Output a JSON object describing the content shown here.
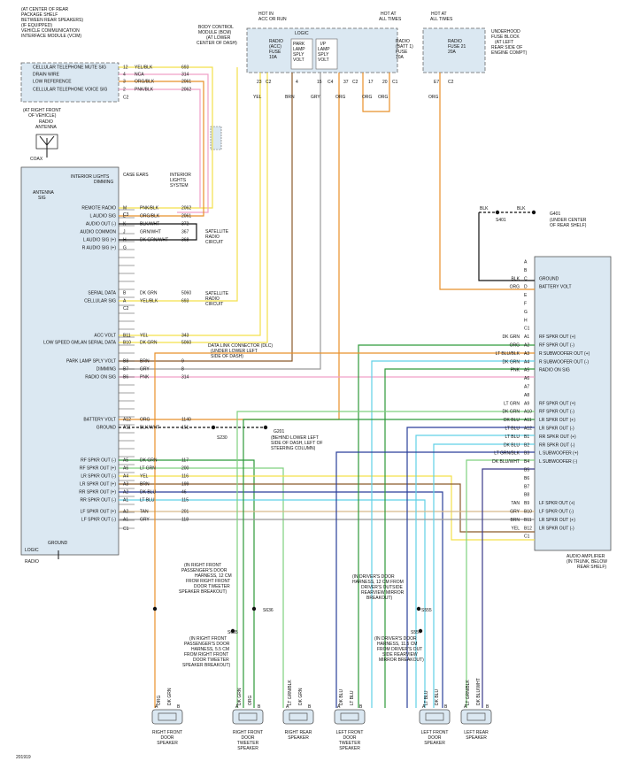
{
  "page_id": "201919",
  "vcim": {
    "location_lines": [
      "(AT CENTER OF REAR",
      "PACKAGE SHELF",
      "BETWEEN REAR SPEAKERS)",
      "(IF EQUIPPED)",
      "VEHICLE COMMUNICATION",
      "INTERFACE MODULE (VCIM)"
    ],
    "pins": [
      {
        "label": "CELLULAR TELEPHONE MUTE SIG",
        "pin": "12",
        "color": "YEL/BLK",
        "circuit": "693"
      },
      {
        "label": "DRAIN WIRE",
        "pin": "4",
        "color": "NCA",
        "circuit": "314"
      },
      {
        "label": "LOW REFERENCE",
        "pin": "3",
        "color": "ORG/BLK",
        "circuit": "2061"
      },
      {
        "label": "CELLULAR TELEPHONE VOICE SIG",
        "pin": "2",
        "color": "PNK/BLK",
        "circuit": "2062"
      },
      {
        "label": "",
        "pin": "C2",
        "color": "",
        "circuit": ""
      }
    ]
  },
  "antenna": {
    "location_lines": [
      "(AT RIGHT FRONT",
      "OF VEHICLE)",
      "RADIO",
      "ANTENNA"
    ],
    "coax": "COAX"
  },
  "bcm": {
    "heading": [
      "HOT IN",
      "ACC OR RUN"
    ],
    "lines": [
      "BODY CONTROL",
      "MODULE (BCM)",
      "(AT LOWER",
      "CENTER OF DASH)"
    ],
    "logic": "LOGIC",
    "fuse_radio": [
      "RADIO",
      "(ACC)",
      "FUSE",
      "10A"
    ],
    "park_lamp": [
      "PARK",
      "LAMP",
      "SPLY",
      "VOLT"
    ],
    "ip_lamp": [
      "I/P",
      "LAMP",
      "SPLY",
      "VOLT"
    ],
    "fuse_batt": [
      "RADIO",
      "(BATT 1)",
      "FUSE",
      "10A"
    ],
    "hot_at_all": [
      "HOT AT",
      "ALL TIMES"
    ],
    "pins": [
      "23",
      "C2",
      "4",
      "15",
      "C4",
      "37",
      "C2",
      "17",
      "20",
      "C1"
    ]
  },
  "ufb": {
    "heading": [
      "HOT AT",
      "ALL TIMES"
    ],
    "fuse": [
      "RADIO",
      "FUSE 21",
      "20A"
    ],
    "lines": [
      "UNDERHOOD",
      "FUSE BLOCK",
      "(AT LEFT",
      "REAR SIDE OF",
      "ENGINE COMPT)"
    ],
    "pins": [
      "E7",
      "C2"
    ]
  },
  "top_wires": [
    "YEL",
    "BRN",
    "GRY",
    "ORG",
    "ORG",
    "ORG",
    "ORG"
  ],
  "radio": {
    "name": "RADIO",
    "logic": "LOGIC",
    "ground": "GROUND",
    "antenna_sig": [
      "ANTENNA",
      "SIG"
    ],
    "interior_dimming": [
      "INTERIOR LIGHTS",
      "DIMMING"
    ],
    "case_ears": "CASE EARS",
    "interior_system": [
      "INTERIOR",
      "LIGHTS",
      "SYSTEM"
    ],
    "connectors": [
      "C1",
      "C2",
      "C3"
    ],
    "pins": [
      {
        "label": "REMOTE RADIO",
        "pin": "M",
        "color": "PNK/BLK",
        "circuit": "2062"
      },
      {
        "label": "L AUDIO SIG",
        "pin": "L",
        "color": "ORG/BLK",
        "circuit": "2061"
      },
      {
        "label": "AUDIO OUT (-)",
        "pin": "K",
        "color": "BLK/WHT",
        "circuit": "372"
      },
      {
        "label": "AUDIO COMMON",
        "pin": "J",
        "color": "GRN/WHT",
        "circuit": "367"
      },
      {
        "label": "L AUDIO SIG (+)",
        "pin": "H",
        "color": "DK GRN/WHT",
        "circuit": "368"
      },
      {
        "label": "R AUDIO SIG (+)",
        "pin": "G",
        "color": "",
        "circuit": ""
      },
      {
        "label": "SERIAL DATA",
        "pin": "B",
        "color": "DK GRN",
        "circuit": "5060"
      },
      {
        "label": "CELLULAR SIG",
        "pin": "A",
        "color": "YEL/BLK",
        "circuit": "693"
      },
      {
        "label": "ACC VOLT",
        "pin": "B11",
        "color": "YEL",
        "circuit": "343"
      },
      {
        "label": "LOW SPEED GMLAN SERIAL DATA",
        "pin": "B10",
        "color": "DK GRN",
        "circuit": "5060"
      },
      {
        "label": "PARK LAMP SPLY VOLT",
        "pin": "B8",
        "color": "BRN",
        "circuit": "9"
      },
      {
        "label": "DIMMING",
        "pin": "B7",
        "color": "GRY",
        "circuit": "8"
      },
      {
        "label": "RADIO ON SIG",
        "pin": "B6",
        "color": "PNK",
        "circuit": "314"
      },
      {
        "label": "BATTERY VOLT",
        "pin": "A12",
        "color": "ORG",
        "circuit": "1140"
      },
      {
        "label": "GROUND",
        "pin": "A11",
        "color": "BLK/WHT",
        "circuit": "151"
      },
      {
        "label": "RF SPKR OUT (-)",
        "pin": "A5",
        "color": "DK GRN",
        "circuit": "117"
      },
      {
        "label": "RF SPKR OUT (+)",
        "pin": "A6",
        "color": "LT GRN",
        "circuit": "200"
      },
      {
        "label": "LR SPKR OUT (-)",
        "pin": "A4",
        "color": "YEL",
        "circuit": "116"
      },
      {
        "label": "LR SPKR OUT (+)",
        "pin": "A3",
        "color": "BRN",
        "circuit": "199"
      },
      {
        "label": "RR SPKR OUT (+)",
        "pin": "A2",
        "color": "DK BLU",
        "circuit": "46"
      },
      {
        "label": "RR SPKR OUT (-)",
        "pin": "A1",
        "color": "LT BLU",
        "circuit": "115"
      },
      {
        "label": "LF SPKR OUT (+)",
        "pin": "A2",
        "color": "TAN",
        "circuit": "201"
      },
      {
        "label": "LF SPKR OUT (-)",
        "pin": "A1",
        "color": "GRY",
        "circuit": "118"
      }
    ]
  },
  "satellite_1": [
    "SATELLITE",
    "RADIO",
    "CIRCUIT"
  ],
  "satellite_2": [
    "SATELLITE",
    "RADIO",
    "CIRCUIT"
  ],
  "dlc": [
    "DATA LINK CONNECTOR (DLC)",
    "(UNDER LOWER LEFT",
    "SIDE OF DASH)"
  ],
  "g201": {
    "splice": "S230",
    "ground": "G201",
    "lines": [
      "(BEHIND LOWER LEFT",
      "SIDE OF DASH, LEFT OF",
      "STEERING COLUMN)"
    ]
  },
  "g401": {
    "splice": "S401",
    "ground": "G401",
    "lines": [
      "(UNDER CENTER",
      "OF REAR SHELF)"
    ],
    "blk": "BLK"
  },
  "amp": {
    "name_lines": [
      "AUDIO AMPLIFIER",
      "(IN TRUNK, BELOW",
      "REAR SHELF)"
    ],
    "pins": [
      {
        "label": "",
        "pin": "A",
        "color": "",
        "circuit": ""
      },
      {
        "label": "",
        "pin": "B",
        "color": "",
        "circuit": ""
      },
      {
        "label": "GROUND",
        "pin": "C",
        "color": "BLK",
        "circuit": ""
      },
      {
        "label": "BATTERY VOLT",
        "pin": "D",
        "color": "ORG",
        "circuit": ""
      },
      {
        "label": "",
        "pin": "E",
        "color": "",
        "circuit": ""
      },
      {
        "label": "",
        "pin": "F",
        "color": "",
        "circuit": ""
      },
      {
        "label": "",
        "pin": "G",
        "color": "",
        "circuit": ""
      },
      {
        "label": "",
        "pin": "H",
        "color": "",
        "circuit": ""
      },
      {
        "label": "",
        "pin": "C1",
        "color": "",
        "circuit": ""
      },
      {
        "label": "RF SPKR OUT (+)",
        "pin": "A1",
        "color": "DK GRN",
        "circuit": ""
      },
      {
        "label": "RF SPKR OUT (-)",
        "pin": "A2",
        "color": "ORG",
        "circuit": ""
      },
      {
        "label": "R SUBWOOFER OUT (+)",
        "pin": "A3",
        "color": "LT BLU/BLK",
        "circuit": ""
      },
      {
        "label": "R SUBWOOFER OUT (-)",
        "pin": "A4",
        "color": "DK GRN",
        "circuit": ""
      },
      {
        "label": "RADIO ON SIG",
        "pin": "A5",
        "color": "PNK",
        "circuit": ""
      },
      {
        "label": "",
        "pin": "A6",
        "color": "",
        "circuit": ""
      },
      {
        "label": "",
        "pin": "A7",
        "color": "",
        "circuit": ""
      },
      {
        "label": "",
        "pin": "A8",
        "color": "",
        "circuit": ""
      },
      {
        "label": "RF SPKR OUT (+)",
        "pin": "A9",
        "color": "LT GRN",
        "circuit": ""
      },
      {
        "label": "RF SPKR OUT (-)",
        "pin": "A10",
        "color": "DK GRN",
        "circuit": ""
      },
      {
        "label": "LR SPKR OUT (+)",
        "pin": "A11",
        "color": "DK BLU",
        "circuit": ""
      },
      {
        "label": "LR SPKR OUT (-)",
        "pin": "A12",
        "color": "LT BLU",
        "circuit": ""
      },
      {
        "label": "RR SPKR OUT (+)",
        "pin": "B1",
        "color": "LT BLU",
        "circuit": ""
      },
      {
        "label": "RR SPKR OUT (-)",
        "pin": "B2",
        "color": "DK BLU",
        "circuit": ""
      },
      {
        "label": "L SUBWOOFER (+)",
        "pin": "B3",
        "color": "LT GRN/BLK",
        "circuit": ""
      },
      {
        "label": "L SUBWOOFER (-)",
        "pin": "B4",
        "color": "DK BLU/WHT",
        "circuit": ""
      },
      {
        "label": "",
        "pin": "B5",
        "color": "",
        "circuit": ""
      },
      {
        "label": "",
        "pin": "B6",
        "color": "",
        "circuit": ""
      },
      {
        "label": "",
        "pin": "B7",
        "color": "",
        "circuit": ""
      },
      {
        "label": "",
        "pin": "B8",
        "color": "",
        "circuit": ""
      },
      {
        "label": "LF SPKR OUT (+)",
        "pin": "B9",
        "color": "TAN",
        "circuit": ""
      },
      {
        "label": "LF SPKR OUT (-)",
        "pin": "B10",
        "color": "GRY",
        "circuit": ""
      },
      {
        "label": "LR SPKR OUT (+)",
        "pin": "B11",
        "color": "BRN",
        "circuit": ""
      },
      {
        "label": "LR SPKR OUT (-)",
        "pin": "B12",
        "color": "YEL",
        "circuit": ""
      },
      {
        "label": "",
        "pin": "C1",
        "color": "",
        "circuit": ""
      }
    ]
  },
  "s636": {
    "id": "S636",
    "lines": [
      "(IN RIGHT FRONT",
      "PASSENGER'S DOOR",
      "HARNESS, 12 CM",
      "FROM RIGHT FRONT",
      "DOOR TWEETER",
      "SPEAKER BREAKOUT)"
    ]
  },
  "s635": {
    "id": "S635",
    "lines": [
      "(IN RIGHT FRONT",
      "PASSENGER'S DOOR",
      "HARNESS, 5.5 CM",
      "FROM RIGHT FRONT",
      "DOOR TWEETER",
      "SPEAKER BREAKOUT)"
    ]
  },
  "s555": {
    "id": "S555",
    "lines": [
      "(IN DRIVER'S DOOR",
      "HARNESS, 12 CM FROM",
      "DRIVER'S OUTSIDE",
      "REARVIEW MIRROR",
      "BREAKOUT)"
    ]
  },
  "s557": {
    "id": "S557",
    "lines": [
      "(IN DRIVER'S DOOR",
      "HARNESS, 11.5 CM",
      "FROM DRIVER'S OUT",
      "SIDE REARVIEW",
      "MIRROR BREAKOUT)"
    ]
  },
  "speakers": [
    {
      "lines": [
        "RIGHT FRONT",
        "DOOR",
        "SPEAKER"
      ],
      "wires": [
        "ORG",
        "DK GRN"
      ],
      "pins": [
        "A",
        "B"
      ]
    },
    {
      "lines": [
        "RIGHT FRONT",
        "DOOR",
        "TWEETER",
        "SPEAKER"
      ],
      "wires": [
        "DK GRN",
        "ORG"
      ],
      "pins": [
        "A",
        "B"
      ]
    },
    {
      "lines": [
        "RIGHT REAR",
        "SPEAKER"
      ],
      "wires": [
        "LT GRN/BLK",
        "DK GRN"
      ],
      "pins": [
        "A",
        "B"
      ]
    },
    {
      "lines": [
        "LEFT FRONT",
        "DOOR",
        "TWEETER",
        "SPEAKER"
      ],
      "wires": [
        "DK BLU",
        "LT BLU"
      ],
      "pins": [
        "A",
        "B"
      ]
    },
    {
      "lines": [
        "LEFT FRONT",
        "DOOR",
        "SPEAKER"
      ],
      "wires": [
        "LT BLU",
        "DK BLU"
      ],
      "pins": [
        "A",
        "B"
      ]
    },
    {
      "lines": [
        "LEFT REAR",
        "SPEAKER"
      ],
      "wires": [
        "LT GRN/BLK",
        "DK BLU/WHT"
      ],
      "pins": [
        "A",
        "B"
      ]
    }
  ],
  "colors": {
    "orange": "#e8902a",
    "yellow": "#f3e04a",
    "pink": "#f0a0c8",
    "dkgreen": "#2e9a3a",
    "ltgreen": "#7fd07f",
    "ltblue": "#60d0e6",
    "dkblue": "#2a3f9a",
    "grey": "#999999",
    "brown": "#8b5a2b",
    "tan": "#d6b98a",
    "black": "#111111",
    "box": "#dbe8f2"
  }
}
